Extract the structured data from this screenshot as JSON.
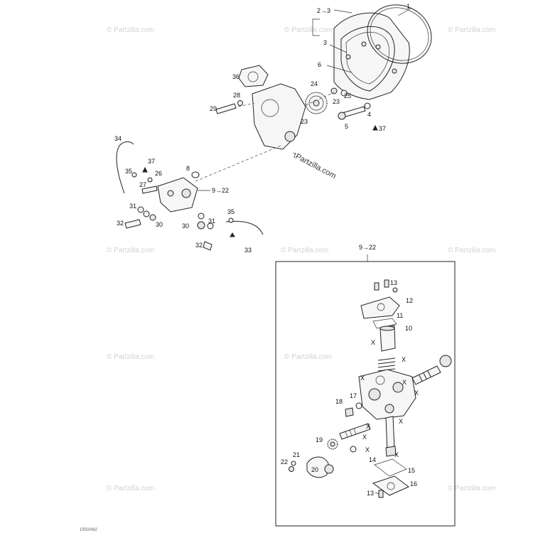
{
  "watermark": "© Partzilla.com",
  "center_watermark": "Partzilla.com",
  "figure_code": "1RS0482",
  "inset_heading": "9→22",
  "labels": {
    "l1": "1",
    "l2_3": "2→3",
    "l3": "3",
    "l4": "4",
    "l5": "5",
    "l6": "6",
    "l7": "7",
    "l8": "8",
    "l9_22": "9→22",
    "l10": "10",
    "l11": "11",
    "l12": "12",
    "l13a": "13",
    "l13b": "13",
    "l14": "14",
    "l15": "15",
    "l16": "16",
    "l17": "17",
    "l18": "18",
    "l19": "19",
    "l20": "20",
    "l21": "21",
    "l22": "22",
    "l23a": "23",
    "l23b": "23",
    "l24": "24",
    "l25": "25",
    "l26": "26",
    "l27": "27",
    "l28": "28",
    "l29": "29",
    "l30a": "30",
    "l30b": "30",
    "l31a": "31",
    "l31b": "31",
    "l32a": "32",
    "l32b": "32",
    "l33": "33",
    "l34": "34",
    "l35a": "35",
    "l35b": "35",
    "l36": "36",
    "l37a": "37",
    "l37b": "37",
    "x": "X"
  }
}
